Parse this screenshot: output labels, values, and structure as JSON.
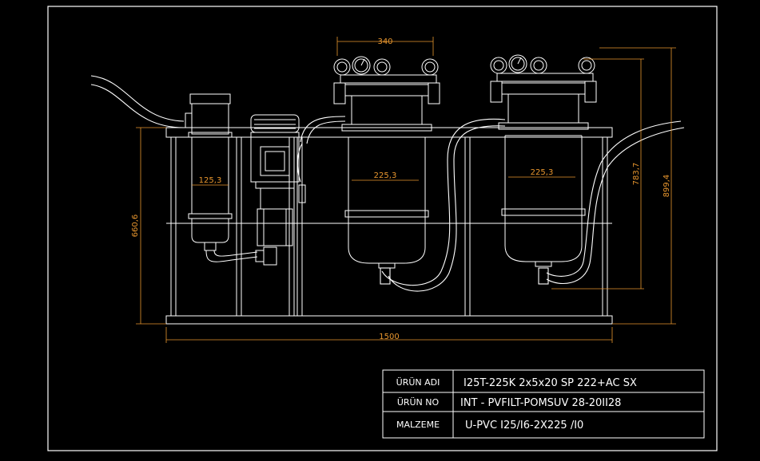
{
  "dimensions": {
    "filter_top_width": "340",
    "cartridge_left_width": "125,3",
    "housing_center_width": "225,3",
    "housing_right_width": "225,3",
    "frame_left_height": "660,6",
    "frame_right_height": "783,7",
    "overall_height": "899,4",
    "overall_width": "1500"
  },
  "title_block": {
    "rows": [
      {
        "label": "ÜRÜN ADI",
        "value": "I25T-225K 2x5x20 SP 222+AC SX"
      },
      {
        "label": "ÜRÜN NO",
        "value": "INT - PVFILT-POMSUV 28-20II28"
      },
      {
        "label": "MALZEME",
        "value": "U-PVC I25/I6-2X225 /I0"
      }
    ]
  },
  "colors": {
    "background": "#000000",
    "line": "#ffffff",
    "dimension": "#e8962e",
    "grid_line": "#c8c8c8"
  }
}
